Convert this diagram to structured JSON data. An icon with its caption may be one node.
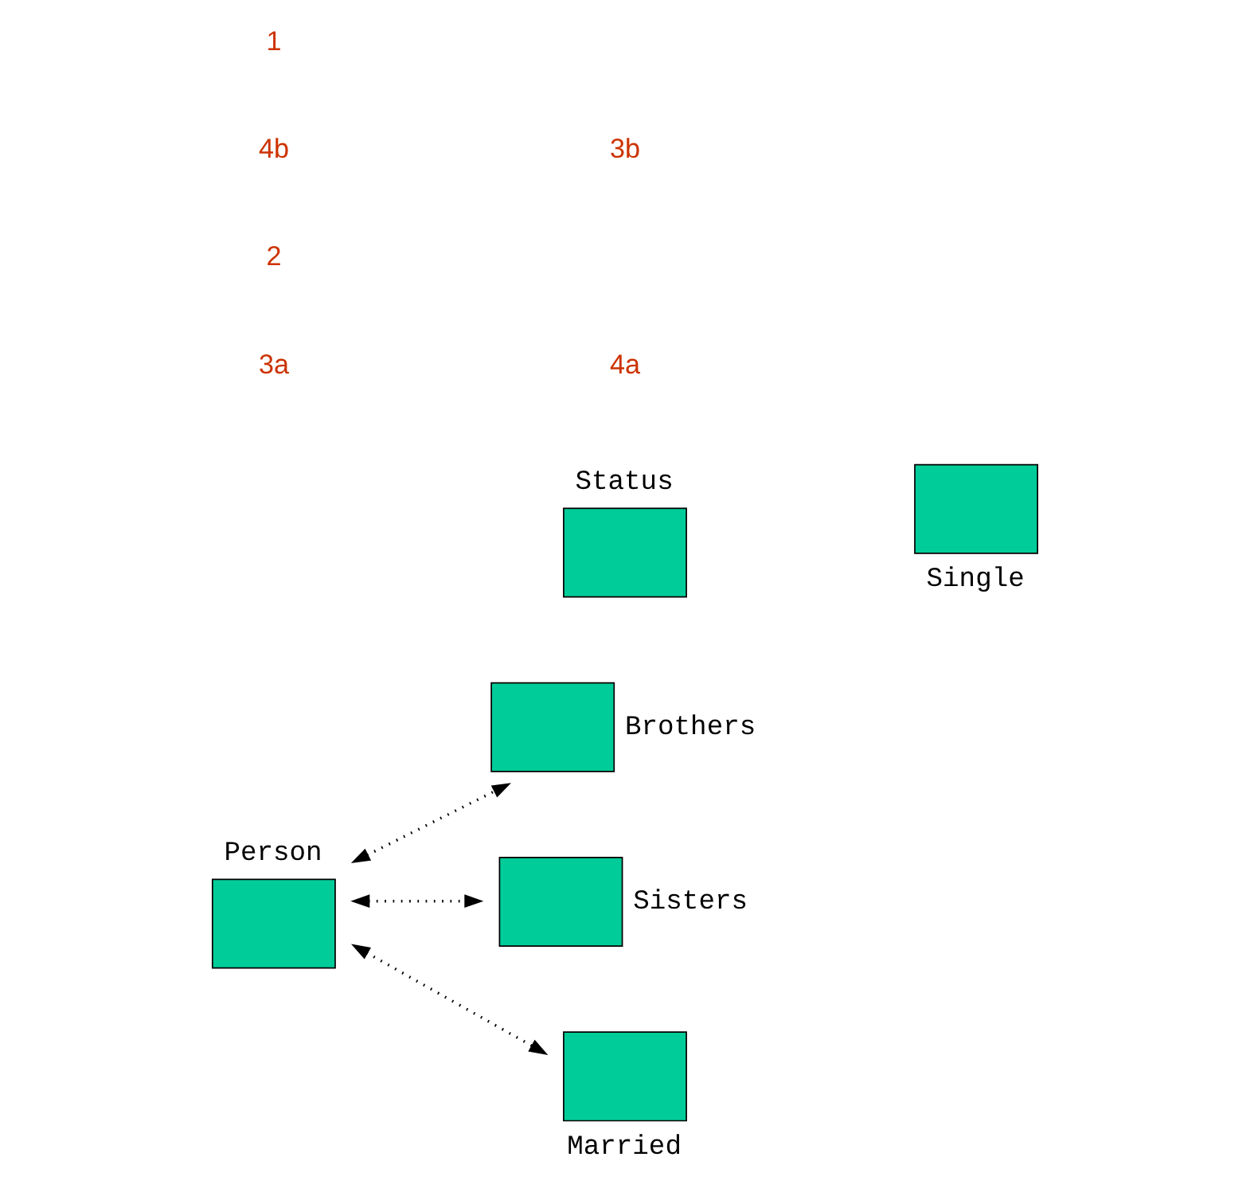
{
  "diagram": {
    "nodes": [
      {
        "text": [
          "Person"
        ]
      },
      {
        "text": [
          "Brothers"
        ]
      },
      {
        "text": [
          "Sisters"
        ]
      },
      {
        "text": [
          "Status"
        ]
      },
      {
        "text": [
          "Married"
        ]
      },
      {
        "text": [
          "Single"
        ]
      }
    ],
    "edges": [
      {
        "from": 0,
        "to": 1,
        "arrow": "both",
        "style": "dashed"
      },
      {
        "from": 0,
        "to": 2,
        "arrow": "both",
        "style": "dashed"
      },
      {
        "from": 0,
        "to": 4,
        "arrow": "both",
        "style": "dashed"
      }
    ],
    "labels": [
      "3a",
      "4a",
      "2",
      "4b",
      "3b",
      "1"
    ]
  }
}
